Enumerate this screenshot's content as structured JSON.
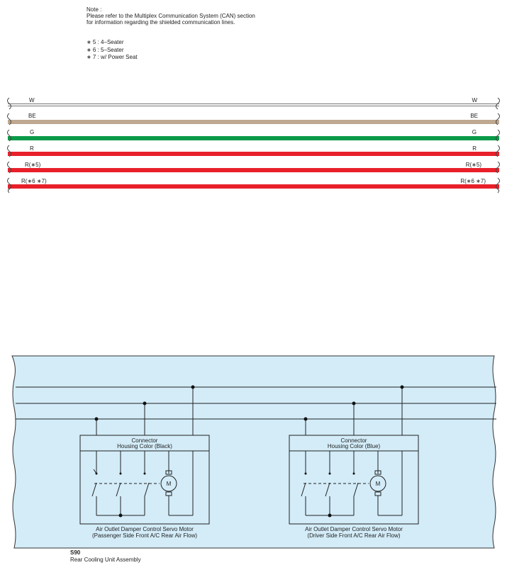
{
  "note": {
    "title": "Note :",
    "line1": "Please refer to the Multiplex Communication System (CAN) section",
    "line2": "for information regarding the shielded communication lines."
  },
  "legend": [
    "∗ 5 : 4–Seater",
    "∗ 6 : 5–Seater",
    "∗ 7 : w/ Power Seat"
  ],
  "wires": [
    {
      "label_left": "W",
      "label_right": "W",
      "color": "#ffffff"
    },
    {
      "label_left": "BE",
      "label_right": "BE",
      "color": "#bfa890"
    },
    {
      "label_left": "G",
      "label_right": "G",
      "color": "#0a9a48"
    },
    {
      "label_left": "R",
      "label_right": "R",
      "color": "#e8202a"
    },
    {
      "label_left": "R(∗5)",
      "label_right": "R(∗5)",
      "color": "#e8202a"
    },
    {
      "label_left": "R(∗6 ∗7)",
      "label_right": "R(∗6 ∗7)",
      "color": "#e8202a"
    }
  ],
  "components": [
    {
      "connector_line1": "Connector",
      "connector_line2": "Housing Color (Black)",
      "name_line1": "Air Outlet Damper Control Servo Motor",
      "name_line2": "(Passenger Side Front A/C Rear Air Flow)",
      "motor_label": "M"
    },
    {
      "connector_line1": "Connector",
      "connector_line2": "Housing Color (Blue)",
      "name_line1": "Air Outlet Damper Control Servo Motor",
      "name_line2": "(Driver Side Front A/C Rear Air Flow)",
      "motor_label": "M"
    }
  ],
  "assembly": {
    "code": "S90",
    "name": "Rear Cooling Unit Assembly"
  },
  "colors": {
    "panel_fill": "#d3ecf8",
    "wire_red": "#e8202a",
    "wire_green": "#0a9a48",
    "wire_beige": "#bfa890"
  }
}
